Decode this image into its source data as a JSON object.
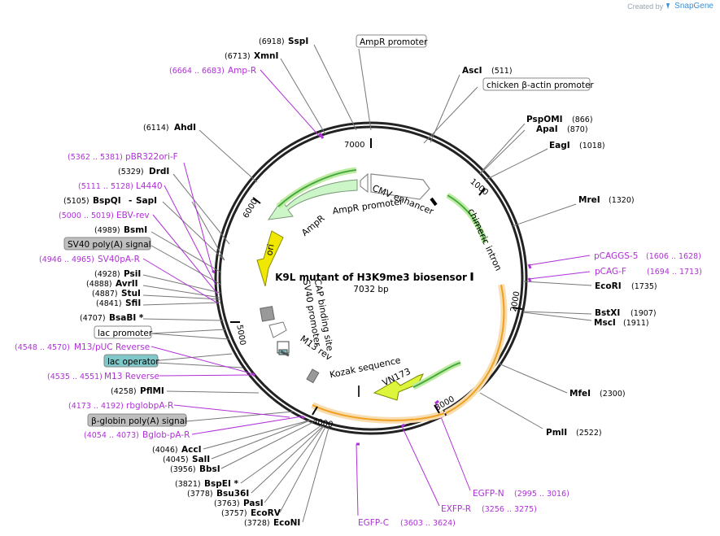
{
  "brand": {
    "created_by": "Created by",
    "name": "SnapGene"
  },
  "plasmid": {
    "name": "K9L mutant of H3K9me3 biosensor",
    "length_label": "7032 bp",
    "length": 7032
  },
  "ticks": [
    "1000",
    "2000",
    "3000",
    "4000",
    "5000",
    "6000",
    "7000"
  ],
  "enzymes_right": [
    {
      "name": "AscI",
      "pos": "(511)"
    },
    {
      "name": "PspOMI",
      "pos": "(866)"
    },
    {
      "name": "ApaI",
      "pos": "(870)"
    },
    {
      "name": "EagI",
      "pos": "(1018)"
    },
    {
      "name": "MreI",
      "pos": "(1320)"
    },
    {
      "name": "EcoRI",
      "pos": "(1735)"
    },
    {
      "name": "BstXI",
      "pos": "(1907)"
    },
    {
      "name": "MscI",
      "pos": "(1911)"
    },
    {
      "name": "MfeI",
      "pos": "(2300)"
    },
    {
      "name": "PmlI",
      "pos": "(2522)"
    }
  ],
  "enzymes_left": [
    {
      "name": "SspI",
      "pos": "(6918)"
    },
    {
      "name": "XmnI",
      "pos": "(6713)"
    },
    {
      "name": "AhdI",
      "pos": "(6114)"
    },
    {
      "name": "DrdI",
      "pos": "(5329)"
    },
    {
      "name": "BspQI",
      "pos": "(5105)",
      "extra": "SapI"
    },
    {
      "name": "BsmI",
      "pos": "(4989)"
    },
    {
      "name": "PsiI",
      "pos": "(4928)"
    },
    {
      "name": "AvrII",
      "pos": "(4888)"
    },
    {
      "name": "StuI",
      "pos": "(4887)"
    },
    {
      "name": "SfiI",
      "pos": "(4841)"
    },
    {
      "name": "BsaBI *",
      "pos": "(4707)"
    },
    {
      "name": "PflMI",
      "pos": "(4258)"
    },
    {
      "name": "AccI",
      "pos": "(4046)"
    },
    {
      "name": "SalI",
      "pos": "(4045)"
    },
    {
      "name": "BbsI",
      "pos": "(3956)"
    },
    {
      "name": "BspEI *",
      "pos": "(3821)"
    },
    {
      "name": "Bsu36I",
      "pos": "(3778)"
    },
    {
      "name": "PasI",
      "pos": "(3763)"
    },
    {
      "name": "EcoRV",
      "pos": "(3757)"
    },
    {
      "name": "EcoNI",
      "pos": "(3728)"
    }
  ],
  "primers": [
    {
      "name": "Amp-R",
      "pos": "(6664 .. 6683)"
    },
    {
      "name": "pBR322ori-F",
      "pos": "(5362 .. 5381)"
    },
    {
      "name": "L4440",
      "pos": "(5111 .. 5128)"
    },
    {
      "name": "EBV-rev",
      "pos": "(5000 .. 5019)"
    },
    {
      "name": "SV40pA-R",
      "pos": "(4946 .. 4965)"
    },
    {
      "name": "M13/pUC Reverse",
      "pos": "(4548 .. 4570)"
    },
    {
      "name": "M13 Reverse",
      "pos": "(4535 .. 4551)"
    },
    {
      "name": "rbglobpA-R",
      "pos": "(4173 .. 4192)"
    },
    {
      "name": "Bglob-pA-R",
      "pos": "(4054 .. 4073)"
    },
    {
      "name": "pCAGGS-5",
      "pos": "(1606 .. 1628)"
    },
    {
      "name": "pCAG-F",
      "pos": "(1694 .. 1713)"
    },
    {
      "name": "EGFP-N",
      "pos": "(2995 .. 3016)"
    },
    {
      "name": "EXFP-R",
      "pos": "(3256 .. 3275)"
    },
    {
      "name": "EGFP-C",
      "pos": "(3603 .. 3624)"
    }
  ],
  "boxed_labels": [
    {
      "name": "AmpR promoter",
      "fill": "#ffffff"
    },
    {
      "name": "chicken β-actin promoter",
      "fill": "#ffffff"
    },
    {
      "name": "SV40 poly(A) signal",
      "fill": "#bfbfbf"
    },
    {
      "name": "lac promoter",
      "fill": "#ffffff"
    },
    {
      "name": "lac operator",
      "fill": "#7fc7c9"
    },
    {
      "name": "β-globin poly(A) signal",
      "fill": "#bfbfbf"
    }
  ],
  "features": {
    "ampr": "AmpR",
    "ampr_promoter": "AmpR promoter",
    "cmv": "CMV enhancer",
    "intron": "chimeric intron",
    "ori": "ori",
    "cap": "CAP binding site",
    "sv40": "SV40 promoter",
    "m13": "M13 rev",
    "kozak": "Kozak sequence",
    "vn173": "VN173"
  },
  "colors": {
    "primer": "#b030d8",
    "ampr_fill": "#ccf5c8",
    "ori_fill": "#f0e800",
    "vn_fill": "#ddf53a",
    "orange_feature": "#f0a020",
    "green_feature": "#3fa63f",
    "backbone": "#222222"
  }
}
